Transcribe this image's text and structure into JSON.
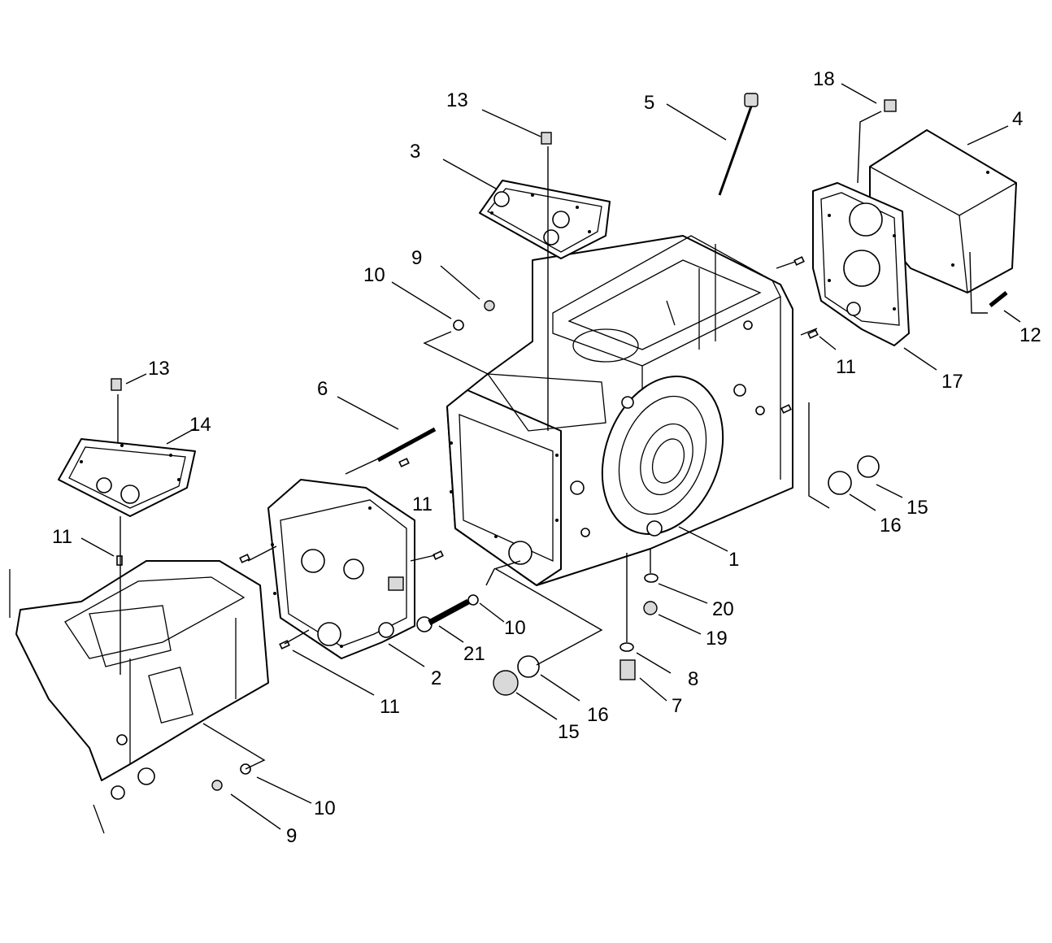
{
  "diagram": {
    "callouts": {
      "c1": "1",
      "c2": "2",
      "c3": "3",
      "c4": "4",
      "c5": "5",
      "c6": "6",
      "c7": "7",
      "c8": "8",
      "c9a": "9",
      "c9b": "9",
      "c10a": "10",
      "c10b": "10",
      "c10c": "10",
      "c11a": "11",
      "c11b": "11",
      "c11c": "11",
      "c11d": "11",
      "c12": "12",
      "c13a": "13",
      "c13b": "13",
      "c14": "14",
      "c15a": "15",
      "c15b": "15",
      "c16a": "16",
      "c16b": "16",
      "c17": "17",
      "c18": "18",
      "c19": "19",
      "c20": "20",
      "c21": "21"
    }
  }
}
